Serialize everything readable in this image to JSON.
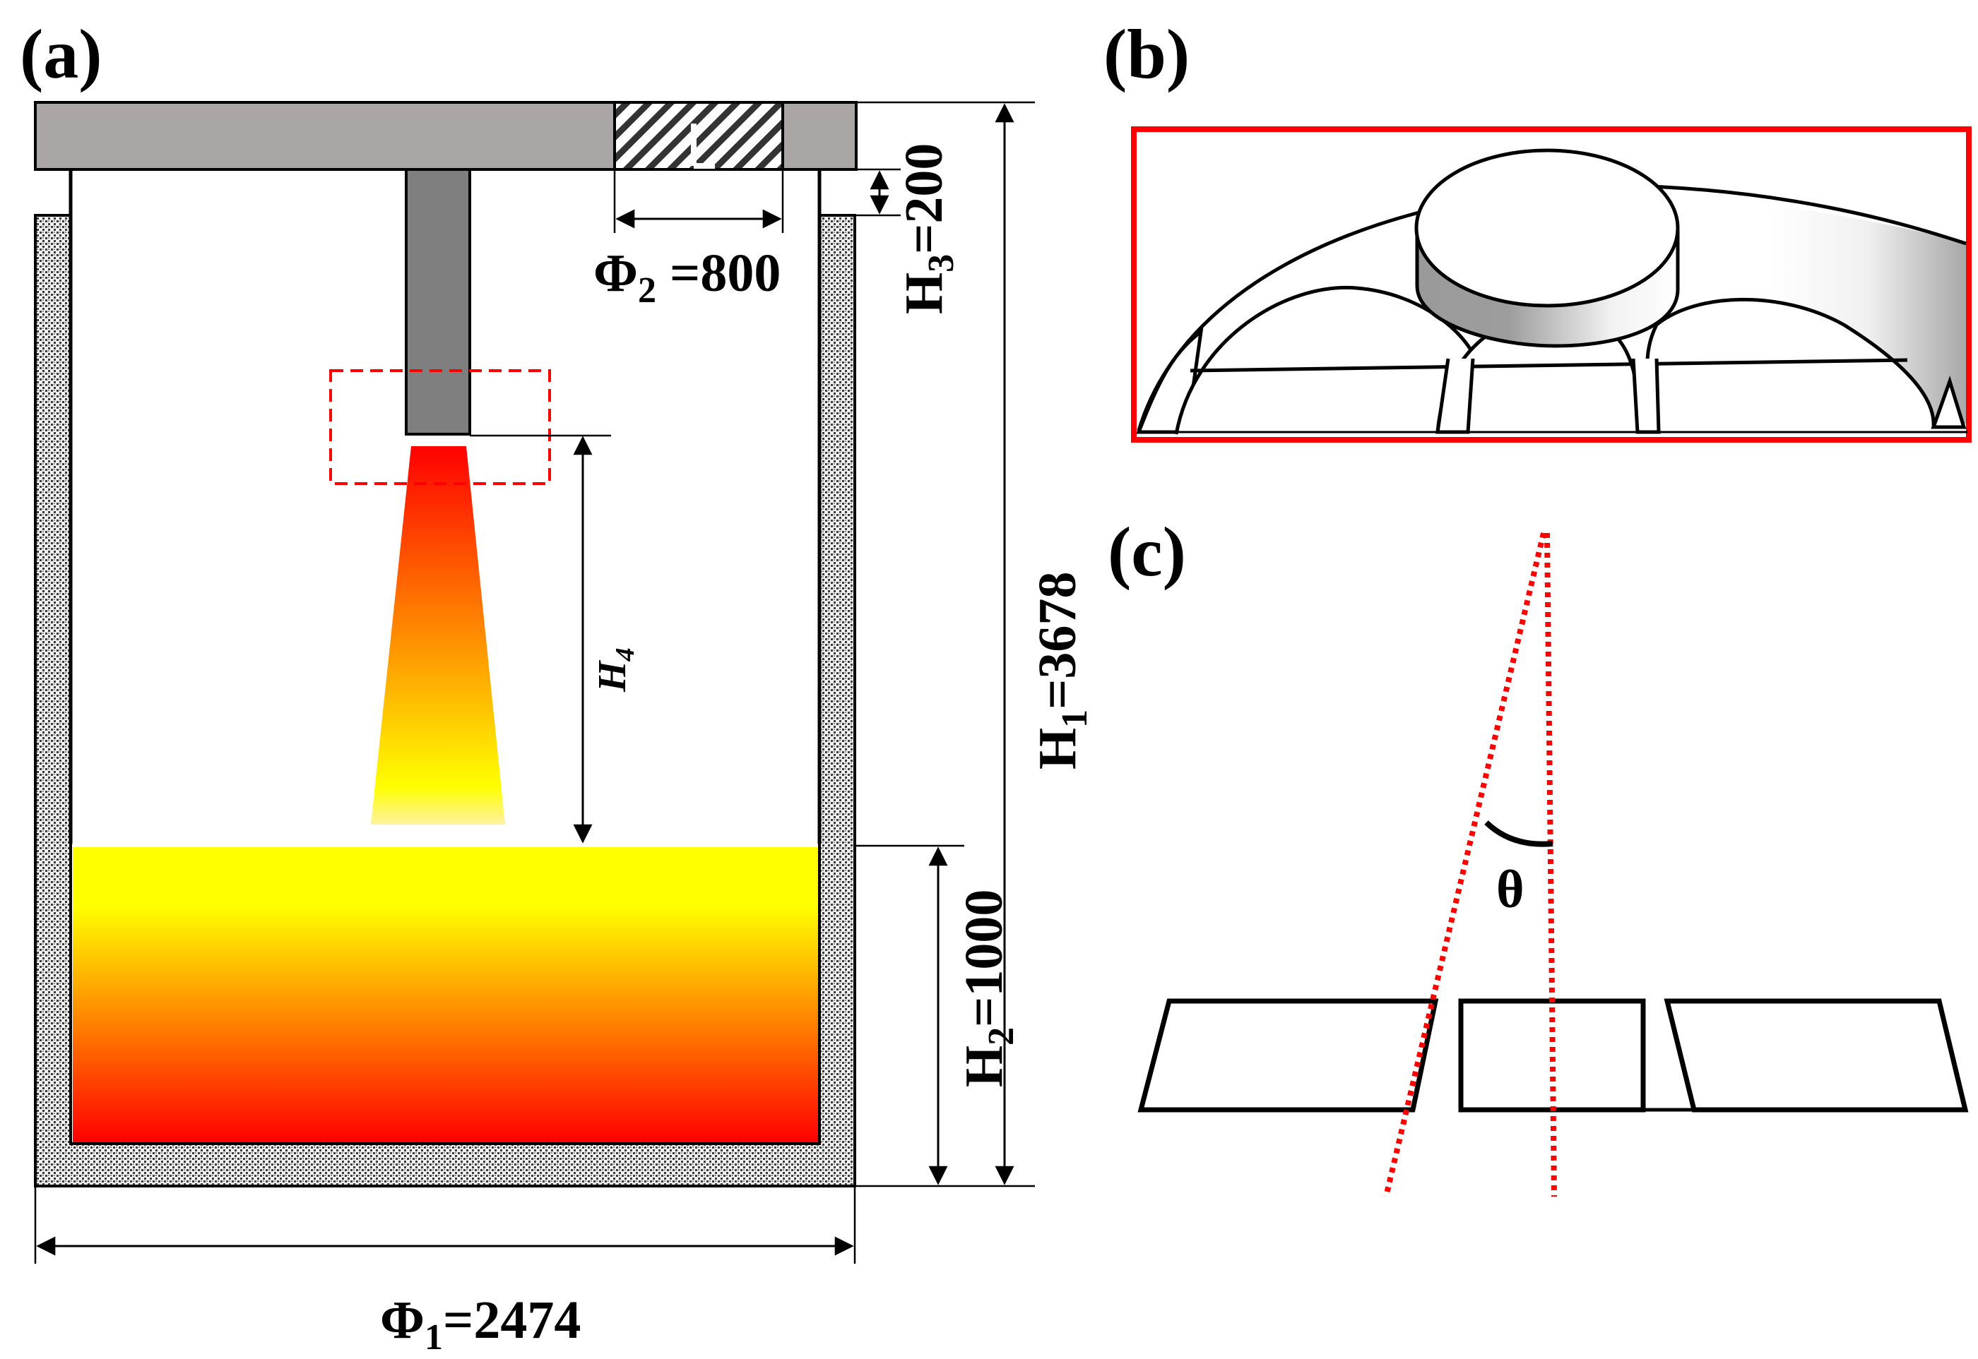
{
  "panels": {
    "a": "(a)",
    "b": "(b)",
    "c": "(c)"
  },
  "dimensions": {
    "phi1": {
      "symbol": "Φ",
      "sub": "1",
      "value": "=2474"
    },
    "phi2": {
      "symbol": "Φ",
      "sub": "2",
      "value": " =800"
    },
    "h1": {
      "symbol": "H",
      "sub": "1",
      "value": "=3678"
    },
    "h2": {
      "symbol": "H",
      "sub": "2",
      "value": "=1000"
    },
    "h3": {
      "symbol": "H",
      "sub": "3",
      "value": "=200"
    },
    "h4": {
      "symbol": "H",
      "sub": "4"
    }
  },
  "angle": "θ",
  "colors": {
    "lid": "#aaa6a6",
    "lance": "#7f7f7f",
    "highlight": "#ff0000",
    "flame_top": "#ff0000",
    "flame_bottom": "#ffff00",
    "molten_top": "#ffff00",
    "molten_bottom": "#ff0000"
  }
}
